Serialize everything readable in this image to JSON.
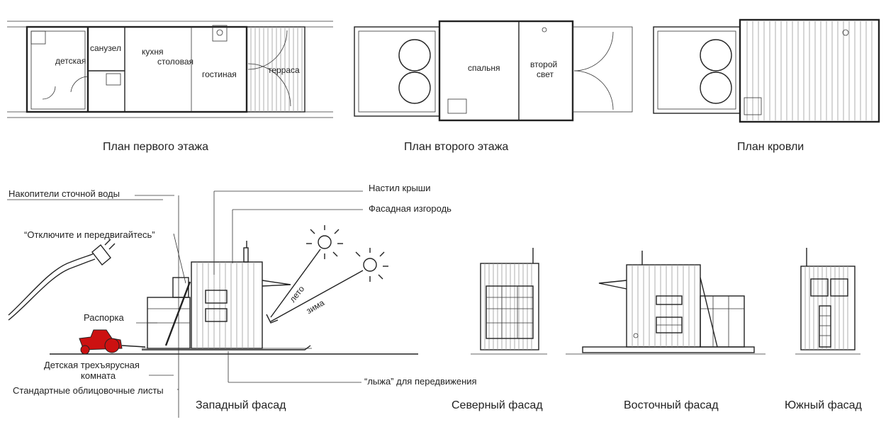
{
  "plans": {
    "first_floor": {
      "caption": "План первого этажа",
      "rooms": {
        "kids": "детская",
        "bathroom": "санузел",
        "kitchen": "кухня",
        "dining": "столовая",
        "living": "гостиная",
        "terrace": "терраса"
      }
    },
    "second_floor": {
      "caption": "План второго этажа",
      "rooms": {
        "bedroom": "спальня",
        "second_light_1": "второй",
        "second_light_2": "свет"
      }
    },
    "roof": {
      "caption": "План кровли"
    }
  },
  "west_facade": {
    "caption": "Западный фасад",
    "annotations": {
      "sewage": "Накопители сточной воды",
      "unplug": "“Отключите и передвигайтесь”",
      "brace": "Распорка",
      "kids_room_1": "Детская трехъярусная",
      "kids_room_2": "комната",
      "cladding": "Стандартные облицовочные листы",
      "roof_deck": "Настил крыши",
      "facade_fence": "Фасадная изгородь",
      "ski": "“лыжа” для передвижения",
      "summer": "лето",
      "winter": "зима"
    }
  },
  "facades": {
    "north": "Северный фасад",
    "east": "Восточный фасад",
    "south": "Южный фасад"
  }
}
